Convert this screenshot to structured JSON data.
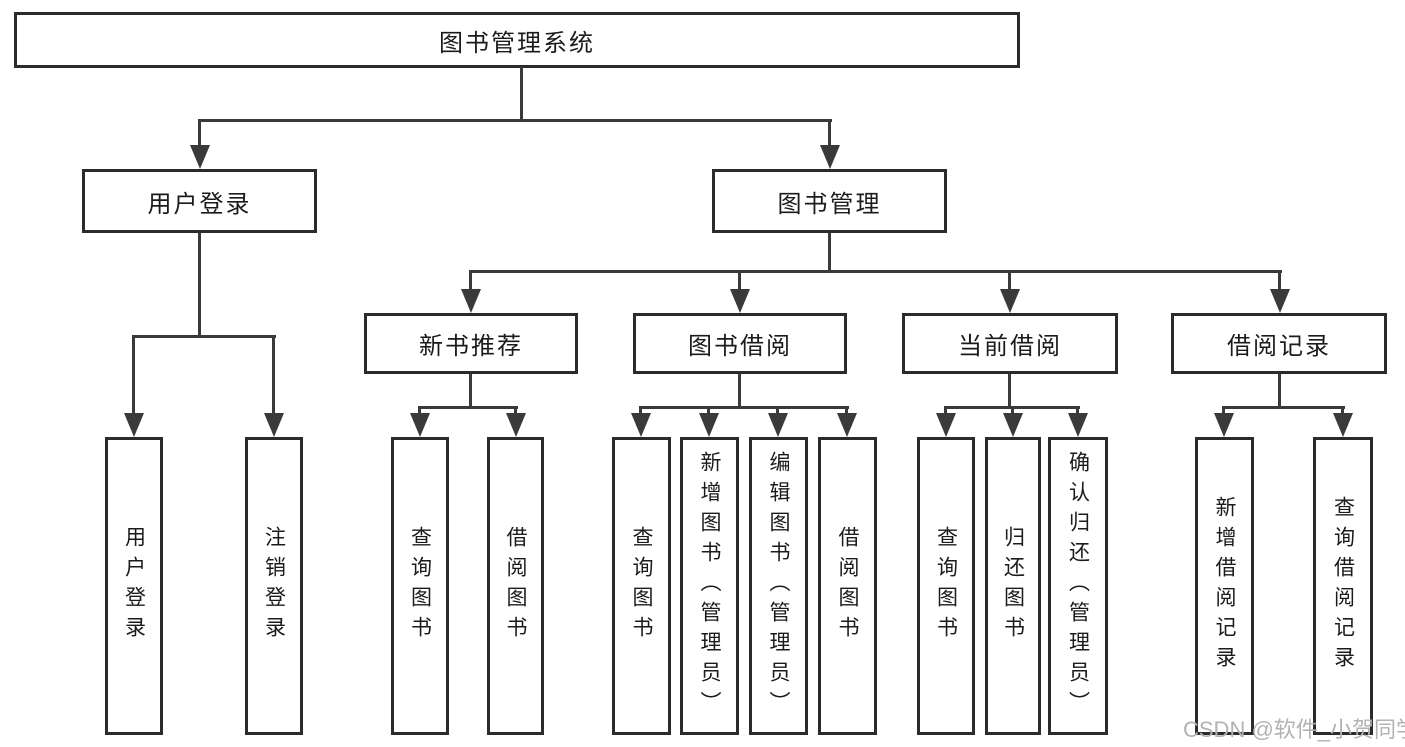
{
  "diagram": {
    "root": {
      "label": "图书管理系统"
    },
    "branches": [
      {
        "label": "用户登录",
        "children": [
          {
            "label": "用户登录"
          },
          {
            "label": "注销登录"
          }
        ]
      },
      {
        "label": "图书管理",
        "children": [
          {
            "label": "新书推荐",
            "children": [
              {
                "label": "查询图书"
              },
              {
                "label": "借阅图书"
              }
            ]
          },
          {
            "label": "图书借阅",
            "children": [
              {
                "label": "查询图书"
              },
              {
                "label": "新增图书（管理员）"
              },
              {
                "label": "编辑图书（管理员）"
              },
              {
                "label": "借阅图书"
              }
            ]
          },
          {
            "label": "当前借阅",
            "children": [
              {
                "label": "查询图书"
              },
              {
                "label": "归还图书"
              },
              {
                "label": "确认归还（管理员）"
              }
            ]
          },
          {
            "label": "借阅记录",
            "children": [
              {
                "label": "新增借阅记录"
              },
              {
                "label": "查询借阅记录"
              }
            ]
          }
        ]
      }
    ]
  },
  "watermark": {
    "text": "CSDN @软件_小贺同学"
  },
  "colors": {
    "border": "#2b2b2b",
    "line": "#3a3a3a",
    "text": "#1b1b1b",
    "background": "#ffffff",
    "watermark": "#b3b3b3"
  }
}
